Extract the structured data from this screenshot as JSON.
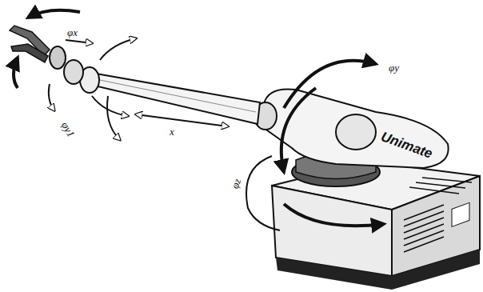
{
  "diagram": {
    "labels": [
      "φx",
      "φy1",
      "x",
      "φy",
      "φz",
      "Unimate"
    ]
  }
}
